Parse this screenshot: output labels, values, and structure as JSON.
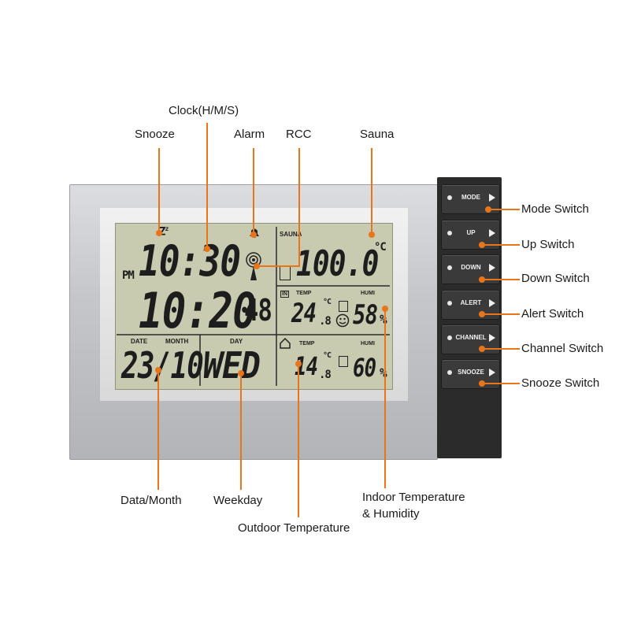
{
  "labels": {
    "clock": "Clock(H/M/S)",
    "snooze": "Snooze",
    "alarm": "Alarm",
    "rcc": "RCC",
    "sauna": "Sauna",
    "mode_switch": "Mode Switch",
    "up_switch": "Up Switch",
    "down_switch": "Down Switch",
    "alert_switch": "Alert Switch",
    "channel_switch": "Channel Switch",
    "snooze_switch": "Snooze Switch",
    "date_month": "Data/Month",
    "weekday": "Weekday",
    "indoor_line1": "Indoor Temperature",
    "indoor_line2": "& Humidity",
    "outdoor": "Outdoor Temperature"
  },
  "display": {
    "pm": "PM",
    "zz": "Z",
    "zz_small": "z",
    "alarm_time": "10:30",
    "clock_time": "10:20",
    "seconds": "48",
    "sauna_label": "SAUNA",
    "sauna_value": "100.0",
    "sauna_unit": "°C",
    "in_label": "IN",
    "indoor_temp_label": "TEMP",
    "indoor_humi_label": "HUMI",
    "indoor_temp": "24",
    "indoor_temp_dec": ".8",
    "indoor_unit": "°C",
    "indoor_humi": "58",
    "date_label": "DATE",
    "month_label": "MONTH",
    "date": "23/10",
    "day_label": "DAY",
    "day": "WED",
    "outdoor_temp_label": "TEMP",
    "outdoor_humi_label": "HUMI",
    "outdoor_temp": "14",
    "outdoor_temp_dec": ".8",
    "outdoor_unit": "°C",
    "outdoor_humi": "60",
    "percent": "%"
  },
  "buttons": [
    {
      "label": "MODE"
    },
    {
      "label": "UP"
    },
    {
      "label": "DOWN"
    },
    {
      "label": "ALERT"
    },
    {
      "label": "CHANNEL"
    },
    {
      "label": "SNOOZE"
    }
  ],
  "colors": {
    "leader": "#e8751a",
    "lcd": "#c8cbb0",
    "panel": "#2b2b2b"
  }
}
